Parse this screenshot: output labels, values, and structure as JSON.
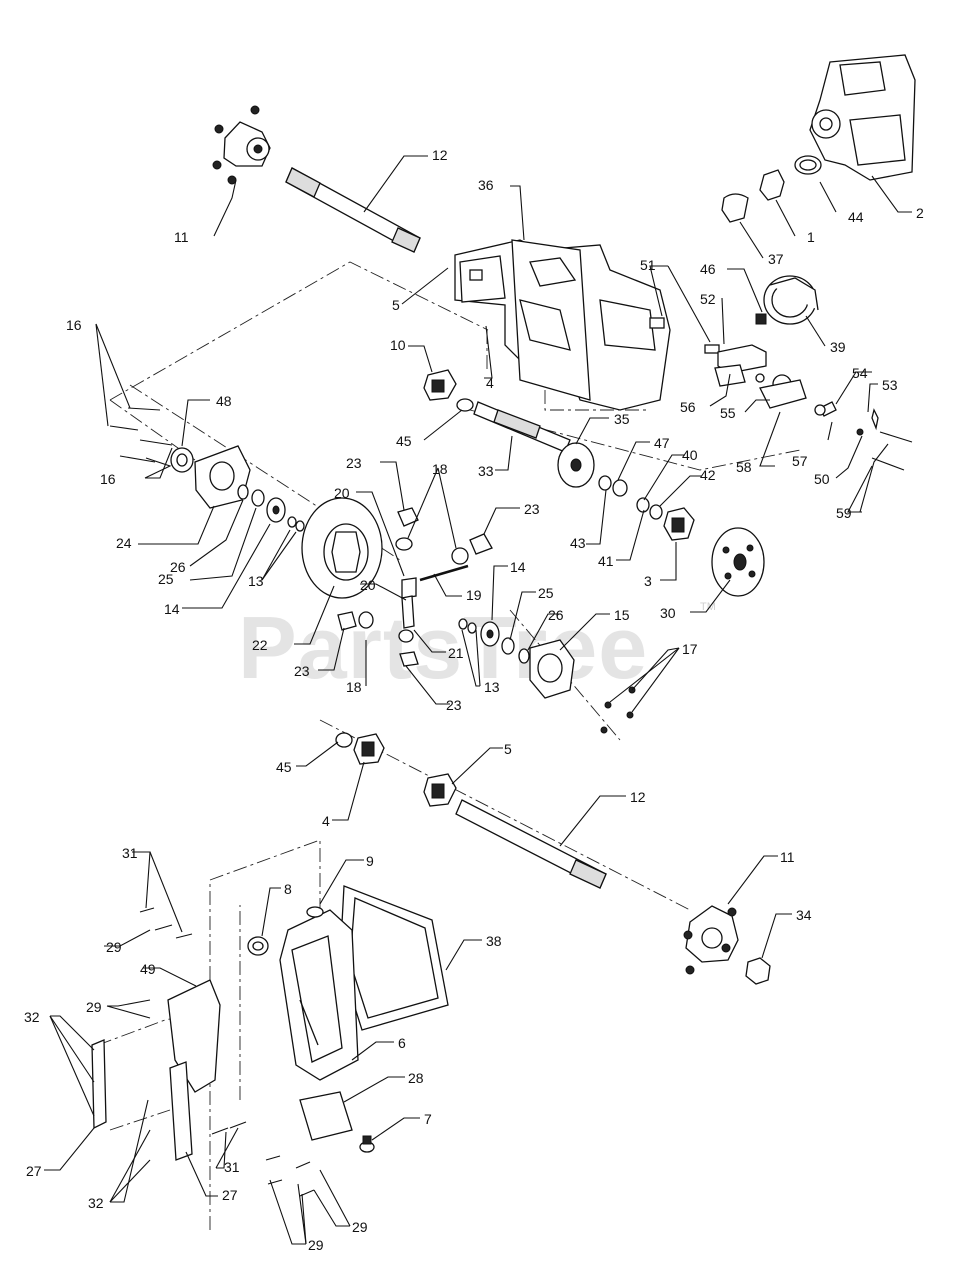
{
  "watermark": {
    "text": "PartsTree",
    "trademark": "TM"
  },
  "callouts": [
    {
      "label": "11"
    },
    {
      "label": "12"
    },
    {
      "label": "36"
    },
    {
      "label": "2"
    },
    {
      "label": "44"
    },
    {
      "label": "1"
    },
    {
      "label": "37"
    },
    {
      "label": "5"
    },
    {
      "label": "51"
    },
    {
      "label": "46"
    },
    {
      "label": "52"
    },
    {
      "label": "39"
    },
    {
      "label": "16"
    },
    {
      "label": "48"
    },
    {
      "label": "10"
    },
    {
      "label": "4"
    },
    {
      "label": "56"
    },
    {
      "label": "55"
    },
    {
      "label": "54"
    },
    {
      "label": "53"
    },
    {
      "label": "45"
    },
    {
      "label": "35"
    },
    {
      "label": "47"
    },
    {
      "label": "40"
    },
    {
      "label": "42"
    },
    {
      "label": "33"
    },
    {
      "label": "57"
    },
    {
      "label": "58"
    },
    {
      "label": "50"
    },
    {
      "label": "16"
    },
    {
      "label": "23"
    },
    {
      "label": "18"
    },
    {
      "label": "23"
    },
    {
      "label": "43"
    },
    {
      "label": "41"
    },
    {
      "label": "24"
    },
    {
      "label": "26"
    },
    {
      "label": "25"
    },
    {
      "label": "20"
    },
    {
      "label": "59"
    },
    {
      "label": "13"
    },
    {
      "label": "14"
    },
    {
      "label": "19"
    },
    {
      "label": "3"
    },
    {
      "label": "20"
    },
    {
      "label": "14"
    },
    {
      "label": "25"
    },
    {
      "label": "26"
    },
    {
      "label": "15"
    },
    {
      "label": "30"
    },
    {
      "label": "22"
    },
    {
      "label": "23"
    },
    {
      "label": "21"
    },
    {
      "label": "17"
    },
    {
      "label": "18"
    },
    {
      "label": "13"
    },
    {
      "label": "23"
    },
    {
      "label": "5"
    },
    {
      "label": "12"
    },
    {
      "label": "45"
    },
    {
      "label": "4"
    },
    {
      "label": "31"
    },
    {
      "label": "9"
    },
    {
      "label": "11"
    },
    {
      "label": "8"
    },
    {
      "label": "34"
    },
    {
      "label": "38"
    },
    {
      "label": "29"
    },
    {
      "label": "49"
    },
    {
      "label": "29"
    },
    {
      "label": "32"
    },
    {
      "label": "6"
    },
    {
      "label": "28"
    },
    {
      "label": "7"
    },
    {
      "label": "27"
    },
    {
      "label": "31"
    },
    {
      "label": "32"
    },
    {
      "label": "27"
    },
    {
      "label": "29"
    },
    {
      "label": "29"
    }
  ]
}
